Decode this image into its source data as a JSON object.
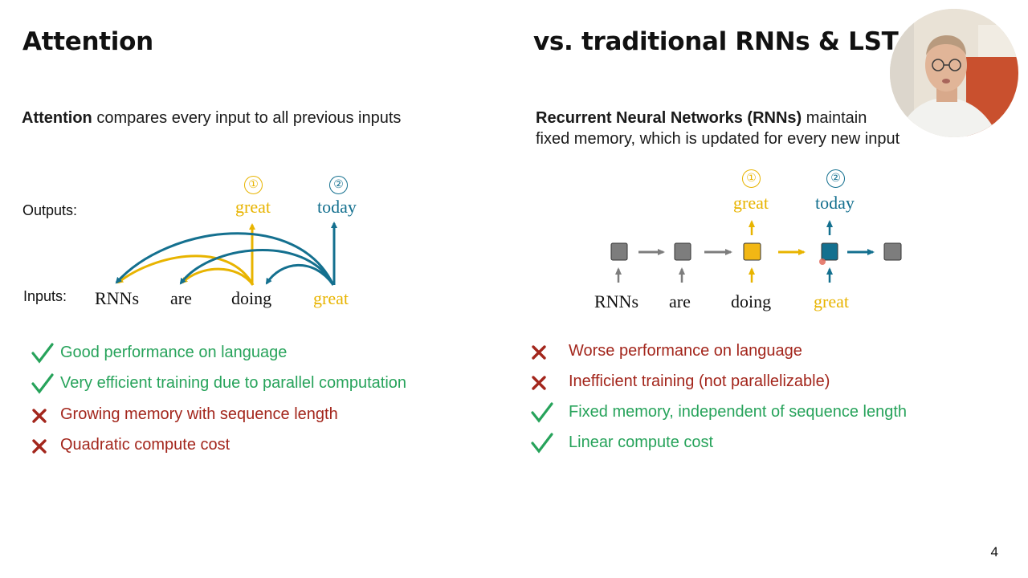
{
  "left": {
    "title": "Attention",
    "subtitle_bold": "Attention",
    "subtitle_rest": " compares every input to all previous inputs",
    "outputs_label": "Outputs:",
    "inputs_label": "Inputs:",
    "inputs": [
      "RNNs",
      "are",
      "doing",
      "great"
    ],
    "outputs": [
      {
        "num": "①",
        "word": "great"
      },
      {
        "num": "②",
        "word": "today"
      }
    ],
    "items": [
      {
        "mark": "check",
        "text": "Good performance on language"
      },
      {
        "mark": "check",
        "text": "Very efficient training due to parallel computation"
      },
      {
        "mark": "cross",
        "text": "Growing memory with sequence length"
      },
      {
        "mark": "cross",
        "text": "Quadratic compute cost"
      }
    ]
  },
  "right": {
    "title": "vs. traditional RNNs & LST",
    "subtitle_bold": "Recurrent Neural Networks (RNNs)",
    "subtitle_rest1": " maintain",
    "subtitle_line2": "fixed memory, which is updated for every new input",
    "inputs": [
      "RNNs",
      "are",
      "doing",
      "great"
    ],
    "outputs": [
      {
        "num": "①",
        "word": "great"
      },
      {
        "num": "②",
        "word": "today"
      }
    ],
    "items": [
      {
        "mark": "cross",
        "text": "Worse performance on language"
      },
      {
        "mark": "cross",
        "text": "Inefficient training (not parallelizable)"
      },
      {
        "mark": "check",
        "text": "Fixed memory, independent of sequence length"
      },
      {
        "mark": "check",
        "text": "Linear compute cost"
      }
    ]
  },
  "page_number": "4",
  "colors": {
    "yellow": "#e8b400",
    "teal": "#14708f",
    "gray_node": "#7d7d7d",
    "pro": "#27a35b",
    "con": "#a3261c"
  },
  "webcam": {
    "icon": "presenter-webcam-icon"
  }
}
